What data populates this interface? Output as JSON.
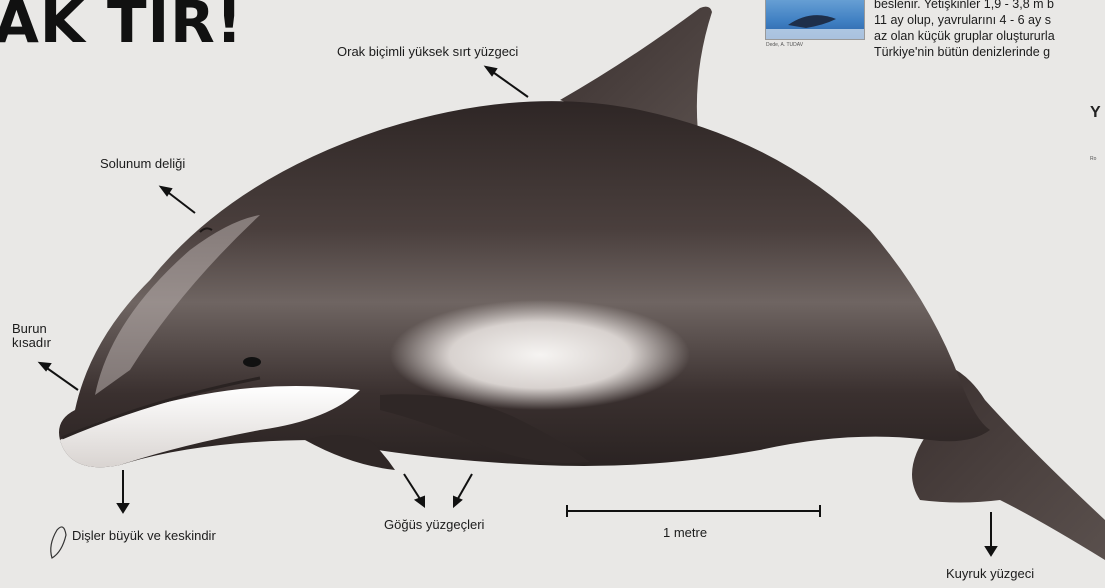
{
  "headline": "AK TIR!",
  "info_lines": [
    "beslenir. Yetişkinler 1,9 - 3,8 m b",
    "11 ay olup, yavrularını 4 - 6 ay s",
    "az olan küçük gruplar oluştururla",
    "Türkiye'nin bütün denizlerinde g"
  ],
  "photo_credit": "Dede, A. TUDAV",
  "section_heading": "Y",
  "section_small": "Ro",
  "labels": {
    "dorsal_fin": "Orak biçimli yüksek sırt yüzgeci",
    "blowhole": "Solunum deliği",
    "snout_line1": "Burun",
    "snout_line2": "kısadır",
    "teeth": "Dişler büyük ve keskindir",
    "pectoral_fins": "Göğüs yüzgeçleri",
    "scale": "1 metre",
    "tail_fin": "Kuyruk yüzgeci"
  },
  "colors": {
    "background": "#e9e8e6",
    "dolphin_dark": "#3d3332",
    "dolphin_light": "#f2f0ee",
    "photo_sea": "#3f7fc2"
  }
}
